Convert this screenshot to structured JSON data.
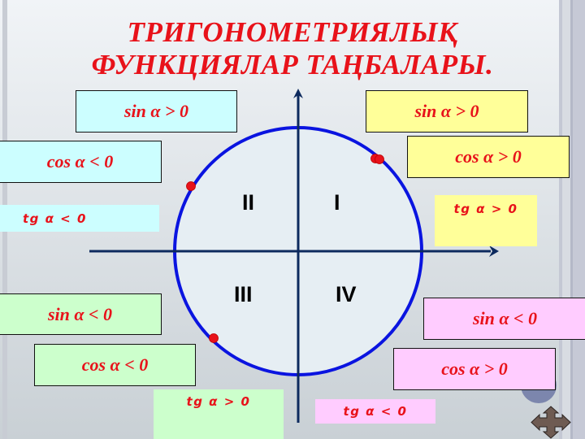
{
  "title": {
    "line1": "ТРИГОНОМЕТРИЯЛЫҚ",
    "line2": "ФУНКЦИЯЛАР ТАҢБАЛАРЫ."
  },
  "colors": {
    "text_red": "#e8121a",
    "circle_blue": "#0a14e0",
    "axis_navy": "#0d2a5e",
    "point_red": "#e8121a",
    "quadrant_II_fill": "#ccfeff",
    "quadrant_I_fill": "#ffff99",
    "quadrant_III_fill": "#ccffcc",
    "quadrant_IV_fill": "#ffccff"
  },
  "quadrants": {
    "I": {
      "label": "I",
      "sin": "sin α > 0",
      "cos": "cos α > 0",
      "tg": "tg α > 0"
    },
    "II": {
      "label": "II",
      "sin": "sin α > 0",
      "cos": "cos α < 0",
      "tg": "tg α < 0"
    },
    "III": {
      "label": "III",
      "sin": "sin α < 0",
      "cos": "cos α < 0",
      "tg": "tg α > 0"
    },
    "IV": {
      "label": "IV",
      "sin": "sin α < 0",
      "cos": "cos α > 0",
      "tg": "tg α < 0"
    }
  },
  "nav": {
    "move_icon": "four-way-arrow-icon"
  }
}
